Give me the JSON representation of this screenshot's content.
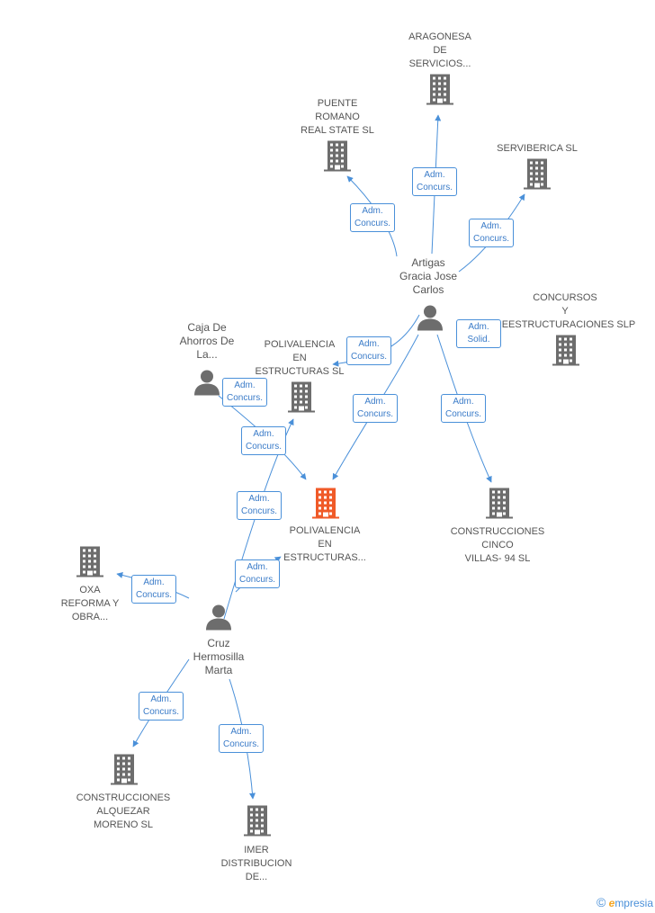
{
  "colors": {
    "edge": "#4a90d9",
    "building": "#6d6d6d",
    "building_focus": "#f05a28",
    "person": "#6d6d6d"
  },
  "nodes": [
    {
      "id": "aragonesa",
      "kind": "company",
      "lines": [
        "ARAGONESA",
        "DE",
        "SERVICIOS..."
      ]
    },
    {
      "id": "puente",
      "kind": "company",
      "lines": [
        "PUENTE",
        "ROMANO",
        "REAL STATE SL"
      ]
    },
    {
      "id": "serviberica",
      "kind": "company",
      "lines": [
        "SERVIBERICA SL"
      ]
    },
    {
      "id": "artigas",
      "kind": "person",
      "lines": [
        "Artigas",
        "Gracia Jose",
        "Carlos"
      ]
    },
    {
      "id": "concursos",
      "kind": "company",
      "lines": [
        "CONCURSOS",
        "Y",
        "REESTRUCTURACIONES SLP"
      ]
    },
    {
      "id": "caja",
      "kind": "person",
      "lines": [
        "Caja De",
        "Ahorros De",
        "La..."
      ]
    },
    {
      "id": "polivalencia_sl",
      "kind": "company",
      "lines": [
        "POLIVALENCIA",
        "EN",
        "ESTRUCTURAS SL"
      ]
    },
    {
      "id": "polivalencia_focus",
      "kind": "company_focus",
      "lines": [
        "POLIVALENCIA",
        "EN",
        "ESTRUCTURAS..."
      ]
    },
    {
      "id": "cinco_villas",
      "kind": "company",
      "lines": [
        "CONSTRUCCIONES",
        "CINCO",
        "VILLAS- 94 SL"
      ]
    },
    {
      "id": "oxa",
      "kind": "company",
      "lines": [
        "OXA",
        "REFORMA Y",
        "OBRA..."
      ]
    },
    {
      "id": "cruz",
      "kind": "person",
      "lines": [
        "Cruz",
        "Hermosilla",
        "Marta"
      ]
    },
    {
      "id": "alquezar",
      "kind": "company",
      "lines": [
        "CONSTRUCCIONES",
        "ALQUEZAR",
        "MORENO SL"
      ]
    },
    {
      "id": "imer",
      "kind": "company",
      "lines": [
        "IMER",
        "DISTRIBUCION",
        "DE..."
      ]
    }
  ],
  "badges": [
    {
      "id": "b_aragonesa",
      "lines": [
        "Adm.",
        "Concurs."
      ]
    },
    {
      "id": "b_puente",
      "lines": [
        "Adm.",
        "Concurs."
      ]
    },
    {
      "id": "b_serviberica",
      "lines": [
        "Adm.",
        "Concurs."
      ]
    },
    {
      "id": "b_concursos",
      "lines": [
        "Adm.",
        "Solid."
      ]
    },
    {
      "id": "b_art_polsl",
      "lines": [
        "Adm.",
        "Concurs."
      ]
    },
    {
      "id": "b_art_focus",
      "lines": [
        "Adm.",
        "Concurs."
      ]
    },
    {
      "id": "b_art_cinco",
      "lines": [
        "Adm.",
        "Concurs."
      ]
    },
    {
      "id": "b_caja_1",
      "lines": [
        "Adm.",
        "Concurs."
      ]
    },
    {
      "id": "b_caja_2",
      "lines": [
        "Adm.",
        "Concurs."
      ]
    },
    {
      "id": "b_cruz_polsl",
      "lines": [
        "Adm.",
        "Concurs."
      ]
    },
    {
      "id": "b_cruz_focus",
      "lines": [
        "Adm.",
        "Concurs."
      ]
    },
    {
      "id": "b_cruz_oxa",
      "lines": [
        "Adm.",
        "Concurs."
      ]
    },
    {
      "id": "b_cruz_alquezar",
      "lines": [
        "Adm.",
        "Concurs."
      ]
    },
    {
      "id": "b_cruz_imer",
      "lines": [
        "Adm.",
        "Concurs."
      ]
    }
  ],
  "footer": {
    "copyright": "©",
    "brand_initial": "e",
    "brand_rest": "mpresia"
  }
}
